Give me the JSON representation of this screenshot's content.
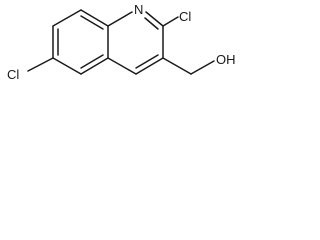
{
  "structure": {
    "atoms": {
      "n1": "N",
      "cl_ring_b": "Cl",
      "cl_ring_a": "Cl",
      "oh": "OH"
    }
  }
}
